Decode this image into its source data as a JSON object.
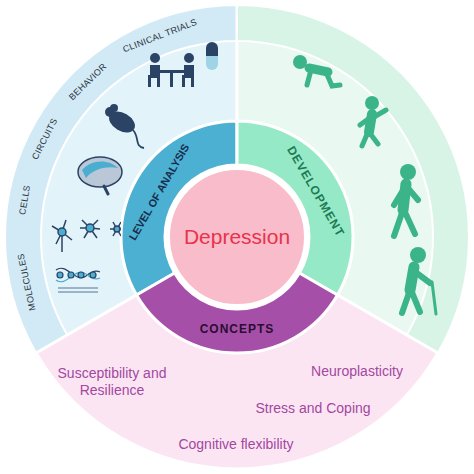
{
  "diagram": {
    "nodes": [
      {
        "text": [
          "Depression"
        ]
      },
      {
        "text": [
          "LEVEL OF ANALYSIS"
        ]
      },
      {
        "text": [
          "DEVELOPMENT"
        ]
      },
      {
        "text": [
          "CONCEPTS"
        ]
      }
    ],
    "labels": [
      "MOLECULES",
      "CELLS",
      "CIRCUITS",
      "BEHAVIOR",
      "CLINICAL TRIALS",
      "Susceptibility and Resilience",
      "Neuroplasticity",
      "Stress and Coping",
      "Cognitive flexibility"
    ]
  }
}
